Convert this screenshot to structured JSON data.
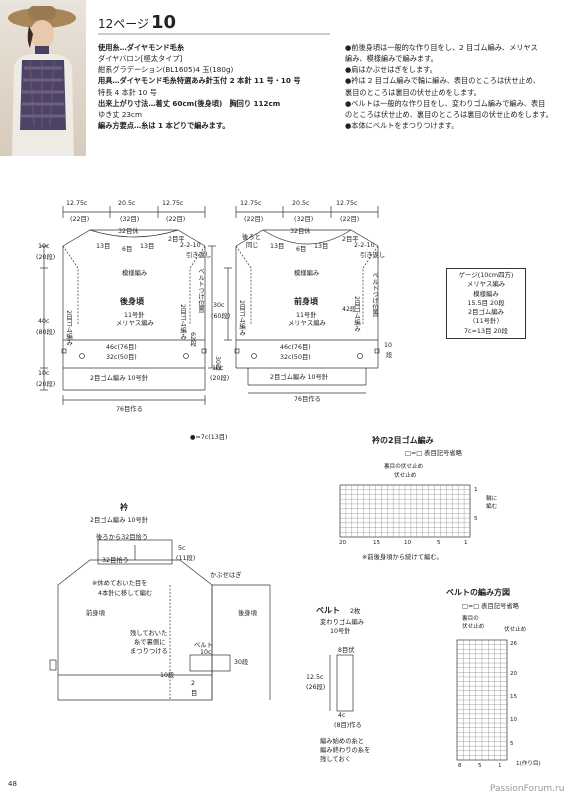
{
  "header": {
    "page_label": "12ページ",
    "page_number": "10"
  },
  "materials": [
    "使用糸…ダイヤモンド毛糸",
    "ダイヤバロン[極太タイプ]",
    "紺系グラデーション(BL1605)4 玉(180g)",
    "用具…ダイヤモンド毛糸特選あみ針玉付 2 本針 11 号・10 号",
    "特長 4 本針 10 号",
    "出来上がり寸法…着丈 60cm(後身頃)　胸回り 112cm",
    "ゆき丈 23cm",
    "編み方要点…糸は 1 本どりで編みます。"
  ],
  "instructions": [
    "●前後身頃は一般的な作り目をし、2 目ゴム編み、メリヤス",
    "編み、模様編みで編みます。",
    "●肩はかぶせはぎをします。",
    "●衿は 2 目ゴム編みで輪に編み、表目のところは伏せ止め、",
    "裏目のところは裏目の伏せ止めをします。",
    "●ベルトは一般的な作り目をし、変わりゴム編みで編み、表目",
    "のところは伏せ止め、裏目のところは裏目の伏せ止めをします。",
    "●本体にベルトをまつりつけます。"
  ],
  "back": {
    "top_dims": [
      "12.75c",
      "(22目)",
      "20.5c",
      "(32目)",
      "12.75c",
      "(22目)"
    ],
    "neck": "32目休",
    "shoulder_l": "13目",
    "center": "6目",
    "shoulder_r": "13目",
    "right_dec": [
      "2目平",
      "2-2-10",
      "引き返し"
    ],
    "pattern": "模様編み",
    "title": "後身頃",
    "needle": "11号針",
    "stitch": "メリヤス編み",
    "left_col": [
      "10c",
      "(20段)",
      "40c",
      "(80段)",
      "10c",
      "(20段)"
    ],
    "left_rib": "2目ゴム編み",
    "rib_right": "2目ゴム編み",
    "rows62": "62段",
    "belt_pos": "ベルトつけ位置",
    "rows30": "30段",
    "w46": "46c(76目)",
    "w32": "32c(50目)",
    "hem": "2目ゴム編み 10号針",
    "cast": "76目作る",
    "legend": "●=7c(13目)"
  },
  "front": {
    "top_dims": [
      "12.75c",
      "(22目)",
      "20.5c",
      "(32目)",
      "12.75c",
      "(22目)"
    ],
    "same": [
      "後ろと",
      "同じ"
    ],
    "neck": "32目休",
    "shoulder_l": "13目",
    "center": "6目",
    "shoulder_r": "13目",
    "right_dec": [
      "2目平",
      "2-2-10",
      "引き返し"
    ],
    "pattern": "模様編み",
    "left_col": [
      "30c",
      "(60段)"
    ],
    "left_rib": "2目ゴム編み",
    "title": "前身頃",
    "needle": "11号針",
    "stitch": "メリヤス編み",
    "rows42": "42段",
    "rib_right": "2目ゴム編み",
    "belt_pos": "ベルトつけ位置",
    "rows10": [
      "10",
      "段"
    ],
    "w46": "46c(76目)",
    "w32": "32c(50目)",
    "hem_l": [
      "10c",
      "(20段)"
    ],
    "hem": "2目ゴム編み 10号針",
    "cast": "76目作る"
  },
  "gauge": [
    "ゲージ(10cm四方)",
    "メリヤス編み",
    "模様編み",
    "15.5目 20段",
    "2目ゴム編み",
    "〈11号針〉",
    "7c=13目 20段"
  ],
  "collar_chart": {
    "title": "衿の2目ゴム編み",
    "legend": "□=□ 表目記号省略",
    "top1": "裏目の伏せ止め",
    "top2": "伏せ止め",
    "right": [
      "輪に",
      "編む"
    ],
    "rows": [
      "5",
      "1"
    ],
    "cols": [
      "20",
      "15",
      "10",
      "5",
      "1"
    ],
    "note": "※前後身頃から続けて編む。"
  },
  "collar": {
    "title": "衿",
    "rib": "2目ゴム編み 10号針",
    "pick": "後ろから32目拾う",
    "h": [
      "5c",
      "(11段)"
    ],
    "kabuse": "かぶせはぎ",
    "note": [
      "※休めておいた目を",
      "4本針に移して編む"
    ],
    "front": "前身頃",
    "back": "後身頃",
    "pick2": "32目拾う",
    "remain": [
      "残しておいた",
      "糸で裏側に",
      "まつりつける"
    ],
    "belt": "ベルト",
    "w10": "10c",
    "rows30": "30段",
    "rows10": "10段",
    "two": [
      "2",
      "目"
    ]
  },
  "belt": {
    "title": "ベルト",
    "qty": "2枚",
    "rib": "変わりゴム編み",
    "needle": "10号針",
    "top": "8目伏",
    "h": [
      "12.5c",
      "(26段)"
    ],
    "w": [
      "4c",
      "(8目)作る"
    ],
    "note": [
      "編み始めの糸と",
      "編み終わりの糸を",
      "残しておく"
    ]
  },
  "belt_chart": {
    "title": "ベルトの編み方図",
    "legend": "□=□ 表目記号省略",
    "top1": [
      "裏目の",
      "伏せ止め"
    ],
    "top2": "伏せ止め",
    "rows": [
      "26",
      "20",
      "15",
      "10",
      "5"
    ],
    "cols": [
      "8",
      "5",
      "1"
    ],
    "start": "1(作り目)"
  },
  "page_num": "48",
  "watermark": "PassionForum.ru"
}
